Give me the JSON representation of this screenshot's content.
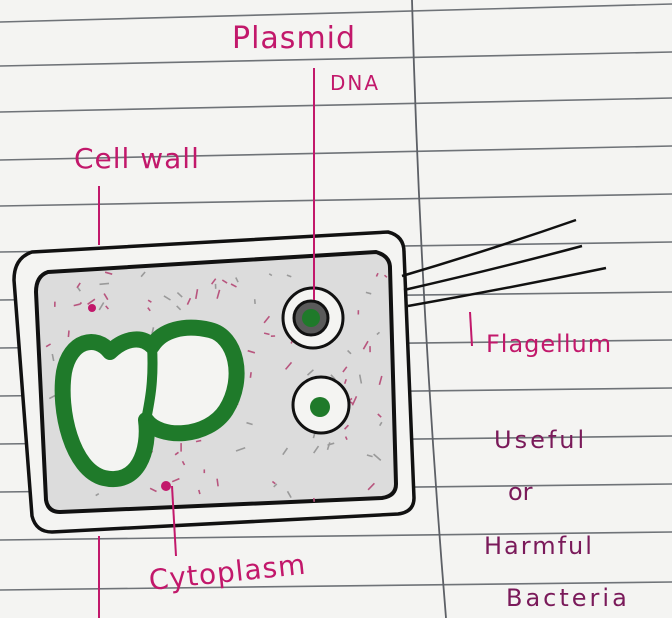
{
  "labels": {
    "plasmid": "Plasmid",
    "dna": "DNA",
    "cell_wall": "Cell wall",
    "flagellum": "Flagellum",
    "cytoplasm": "Cytoplasm"
  },
  "side_note": [
    "Useful",
    "or",
    "Harmful",
    "Bacteria"
  ],
  "colors": {
    "paper": "#f4f4f2",
    "ruled_line": "#6f7378",
    "margin_line": "#5d6066",
    "label_pink": "#c2186b",
    "chromosome_green": "#1f7a2a",
    "cytoplasm_grey": "#dcdcdc",
    "outline": "#111111"
  }
}
